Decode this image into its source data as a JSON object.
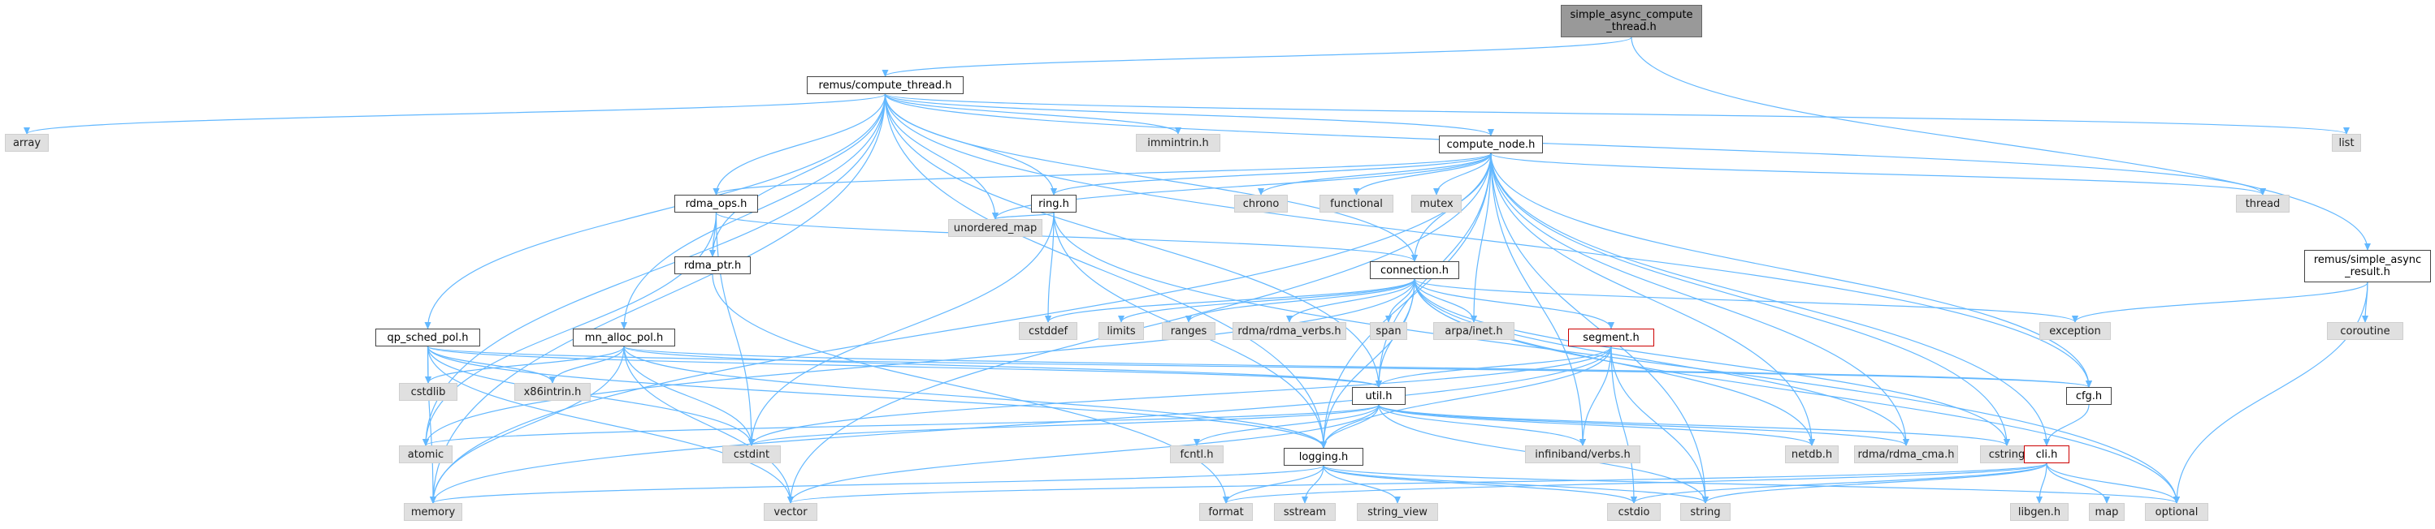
{
  "graph": {
    "nodes": {
      "root": {
        "lines": [
          "simple_async_compute",
          "_thread.h"
        ],
        "type": "root"
      },
      "remus_compute_thread": {
        "lines": [
          "remus/compute_thread.h"
        ],
        "type": "header"
      },
      "array": {
        "lines": [
          "array"
        ],
        "type": "system"
      },
      "immintrin": {
        "lines": [
          "immintrin.h"
        ],
        "type": "system"
      },
      "compute_node": {
        "lines": [
          "compute_node.h"
        ],
        "type": "header"
      },
      "list": {
        "lines": [
          "list"
        ],
        "type": "system"
      },
      "rdma_ops": {
        "lines": [
          "rdma_ops.h"
        ],
        "type": "header"
      },
      "ring": {
        "lines": [
          "ring.h"
        ],
        "type": "header"
      },
      "chrono": {
        "lines": [
          "chrono"
        ],
        "type": "system"
      },
      "functional": {
        "lines": [
          "functional"
        ],
        "type": "system"
      },
      "mutex": {
        "lines": [
          "mutex"
        ],
        "type": "system"
      },
      "thread": {
        "lines": [
          "thread"
        ],
        "type": "system"
      },
      "remus_simple_async_result": {
        "lines": [
          "remus/simple_async",
          "_result.h"
        ],
        "type": "header"
      },
      "unordered_map": {
        "lines": [
          "unordered_map"
        ],
        "type": "system"
      },
      "rdma_ptr": {
        "lines": [
          "rdma_ptr.h"
        ],
        "type": "header"
      },
      "connection": {
        "lines": [
          "connection.h"
        ],
        "type": "header"
      },
      "cstddef": {
        "lines": [
          "cstddef"
        ],
        "type": "system"
      },
      "limits": {
        "lines": [
          "limits"
        ],
        "type": "system"
      },
      "ranges": {
        "lines": [
          "ranges"
        ],
        "type": "system"
      },
      "rdma_verbs": {
        "lines": [
          "rdma/rdma_verbs.h"
        ],
        "type": "system"
      },
      "span": {
        "lines": [
          "span"
        ],
        "type": "system"
      },
      "arpa_inet": {
        "lines": [
          "arpa/inet.h"
        ],
        "type": "system"
      },
      "exception": {
        "lines": [
          "exception"
        ],
        "type": "system"
      },
      "coroutine": {
        "lines": [
          "coroutine"
        ],
        "type": "system"
      },
      "qp_sched_pol": {
        "lines": [
          "qp_sched_pol.h"
        ],
        "type": "header"
      },
      "mn_alloc_pol": {
        "lines": [
          "mn_alloc_pol.h"
        ],
        "type": "header"
      },
      "segment": {
        "lines": [
          "segment.h"
        ],
        "type": "red"
      },
      "cstdlib": {
        "lines": [
          "cstdlib"
        ],
        "type": "system"
      },
      "x86intrin": {
        "lines": [
          "x86intrin.h"
        ],
        "type": "system"
      },
      "util": {
        "lines": [
          "util.h"
        ],
        "type": "header"
      },
      "cfg": {
        "lines": [
          "cfg.h"
        ],
        "type": "header"
      },
      "atomic": {
        "lines": [
          "atomic"
        ],
        "type": "system"
      },
      "cstdint": {
        "lines": [
          "cstdint"
        ],
        "type": "system"
      },
      "fcntl": {
        "lines": [
          "fcntl.h"
        ],
        "type": "system"
      },
      "logging": {
        "lines": [
          "logging.h"
        ],
        "type": "header"
      },
      "infiniband_verbs": {
        "lines": [
          "infiniband/verbs.h"
        ],
        "type": "system"
      },
      "netdb": {
        "lines": [
          "netdb.h"
        ],
        "type": "system"
      },
      "rdma_cma": {
        "lines": [
          "rdma/rdma_cma.h"
        ],
        "type": "system"
      },
      "cstring": {
        "lines": [
          "cstring"
        ],
        "type": "system"
      },
      "cli": {
        "lines": [
          "cli.h"
        ],
        "type": "red"
      },
      "memory": {
        "lines": [
          "memory"
        ],
        "type": "system"
      },
      "vector": {
        "lines": [
          "vector"
        ],
        "type": "system"
      },
      "format": {
        "lines": [
          "format"
        ],
        "type": "system"
      },
      "sstream": {
        "lines": [
          "sstream"
        ],
        "type": "system"
      },
      "string_view": {
        "lines": [
          "string_view"
        ],
        "type": "system"
      },
      "cstdio": {
        "lines": [
          "cstdio"
        ],
        "type": "system"
      },
      "string": {
        "lines": [
          "string"
        ],
        "type": "system"
      },
      "libgen": {
        "lines": [
          "libgen.h"
        ],
        "type": "system"
      },
      "map": {
        "lines": [
          "map"
        ],
        "type": "system"
      },
      "optional": {
        "lines": [
          "optional"
        ],
        "type": "system"
      }
    },
    "edges": [
      [
        "root",
        "remus_compute_thread"
      ],
      [
        "root",
        "remus_simple_async_result"
      ],
      [
        "remus_compute_thread",
        "array"
      ],
      [
        "remus_compute_thread",
        "atomic"
      ],
      [
        "remus_compute_thread",
        "memory"
      ],
      [
        "remus_compute_thread",
        "qp_sched_pol"
      ],
      [
        "remus_compute_thread",
        "mn_alloc_pol"
      ],
      [
        "remus_compute_thread",
        "rdma_ops"
      ],
      [
        "remus_compute_thread",
        "rdma_ptr"
      ],
      [
        "remus_compute_thread",
        "logging"
      ],
      [
        "remus_compute_thread",
        "unordered_map"
      ],
      [
        "remus_compute_thread",
        "ring"
      ],
      [
        "remus_compute_thread",
        "util"
      ],
      [
        "remus_compute_thread",
        "immintrin"
      ],
      [
        "remus_compute_thread",
        "compute_node"
      ],
      [
        "remus_compute_thread",
        "connection"
      ],
      [
        "remus_compute_thread",
        "thread"
      ],
      [
        "remus_compute_thread",
        "cfg"
      ],
      [
        "remus_compute_thread",
        "list"
      ],
      [
        "compute_node",
        "memory"
      ],
      [
        "compute_node",
        "vector"
      ],
      [
        "compute_node",
        "rdma_ops"
      ],
      [
        "compute_node",
        "unordered_map"
      ],
      [
        "compute_node",
        "ring"
      ],
      [
        "compute_node",
        "chrono"
      ],
      [
        "compute_node",
        "functional"
      ],
      [
        "compute_node",
        "mutex"
      ],
      [
        "compute_node",
        "thread"
      ],
      [
        "compute_node",
        "connection"
      ],
      [
        "compute_node",
        "arpa_inet"
      ],
      [
        "compute_node",
        "util"
      ],
      [
        "compute_node",
        "logging"
      ],
      [
        "compute_node",
        "infiniband_verbs"
      ],
      [
        "compute_node",
        "netdb"
      ],
      [
        "compute_node",
        "rdma_cma"
      ],
      [
        "compute_node",
        "cstring"
      ],
      [
        "compute_node",
        "cfg"
      ],
      [
        "compute_node",
        "cli"
      ],
      [
        "compute_node",
        "string"
      ],
      [
        "rdma_ops",
        "atomic"
      ],
      [
        "rdma_ops",
        "cstdint"
      ],
      [
        "rdma_ops",
        "rdma_ptr"
      ],
      [
        "rdma_ops",
        "connection"
      ],
      [
        "ring",
        "unordered_map"
      ],
      [
        "ring",
        "cstddef"
      ],
      [
        "ring",
        "cstdint"
      ],
      [
        "ring",
        "logging"
      ],
      [
        "ring",
        "optional"
      ],
      [
        "rdma_ptr",
        "format"
      ],
      [
        "connection",
        "atomic"
      ],
      [
        "connection",
        "cstddef"
      ],
      [
        "connection",
        "limits"
      ],
      [
        "connection",
        "ranges"
      ],
      [
        "connection",
        "rdma_verbs"
      ],
      [
        "connection",
        "span"
      ],
      [
        "connection",
        "arpa_inet"
      ],
      [
        "connection",
        "exception"
      ],
      [
        "connection",
        "segment"
      ],
      [
        "connection",
        "util"
      ],
      [
        "connection",
        "netdb"
      ],
      [
        "connection",
        "rdma_cma"
      ],
      [
        "connection",
        "cstring"
      ],
      [
        "connection",
        "optional"
      ],
      [
        "connection",
        "logging"
      ],
      [
        "remus_simple_async_result",
        "exception"
      ],
      [
        "remus_simple_async_result",
        "coroutine"
      ],
      [
        "remus_simple_async_result",
        "optional"
      ],
      [
        "qp_sched_pol",
        "cstdlib"
      ],
      [
        "qp_sched_pol",
        "x86intrin"
      ],
      [
        "qp_sched_pol",
        "memory"
      ],
      [
        "qp_sched_pol",
        "vector"
      ],
      [
        "qp_sched_pol",
        "cstdint"
      ],
      [
        "qp_sched_pol",
        "util"
      ],
      [
        "qp_sched_pol",
        "cfg"
      ],
      [
        "qp_sched_pol",
        "logging"
      ],
      [
        "mn_alloc_pol",
        "cstdlib"
      ],
      [
        "mn_alloc_pol",
        "x86intrin"
      ],
      [
        "mn_alloc_pol",
        "memory"
      ],
      [
        "mn_alloc_pol",
        "vector"
      ],
      [
        "mn_alloc_pol",
        "cstdint"
      ],
      [
        "mn_alloc_pol",
        "util"
      ],
      [
        "mn_alloc_pol",
        "cfg"
      ],
      [
        "mn_alloc_pol",
        "logging"
      ],
      [
        "segment",
        "cstdint"
      ],
      [
        "segment",
        "util"
      ],
      [
        "segment",
        "logging"
      ],
      [
        "segment",
        "infiniband_verbs"
      ],
      [
        "segment",
        "cstdio"
      ],
      [
        "segment",
        "string"
      ],
      [
        "segment",
        "memory"
      ],
      [
        "util",
        "atomic"
      ],
      [
        "util",
        "cstdint"
      ],
      [
        "util",
        "fcntl"
      ],
      [
        "util",
        "logging"
      ],
      [
        "util",
        "infiniband_verbs"
      ],
      [
        "util",
        "netdb"
      ],
      [
        "util",
        "rdma_cma"
      ],
      [
        "util",
        "cstring"
      ],
      [
        "util",
        "vector"
      ],
      [
        "util",
        "string"
      ],
      [
        "cfg",
        "cli"
      ],
      [
        "logging",
        "memory"
      ],
      [
        "logging",
        "format"
      ],
      [
        "logging",
        "sstream"
      ],
      [
        "logging",
        "string_view"
      ],
      [
        "logging",
        "cstdio"
      ],
      [
        "logging",
        "string"
      ],
      [
        "logging",
        "optional"
      ],
      [
        "cli",
        "vector"
      ],
      [
        "cli",
        "format"
      ],
      [
        "cli",
        "cstdio"
      ],
      [
        "cli",
        "string"
      ],
      [
        "cli",
        "libgen"
      ],
      [
        "cli",
        "map"
      ],
      [
        "cli",
        "optional"
      ]
    ],
    "edge_color": "#63b8ff"
  }
}
